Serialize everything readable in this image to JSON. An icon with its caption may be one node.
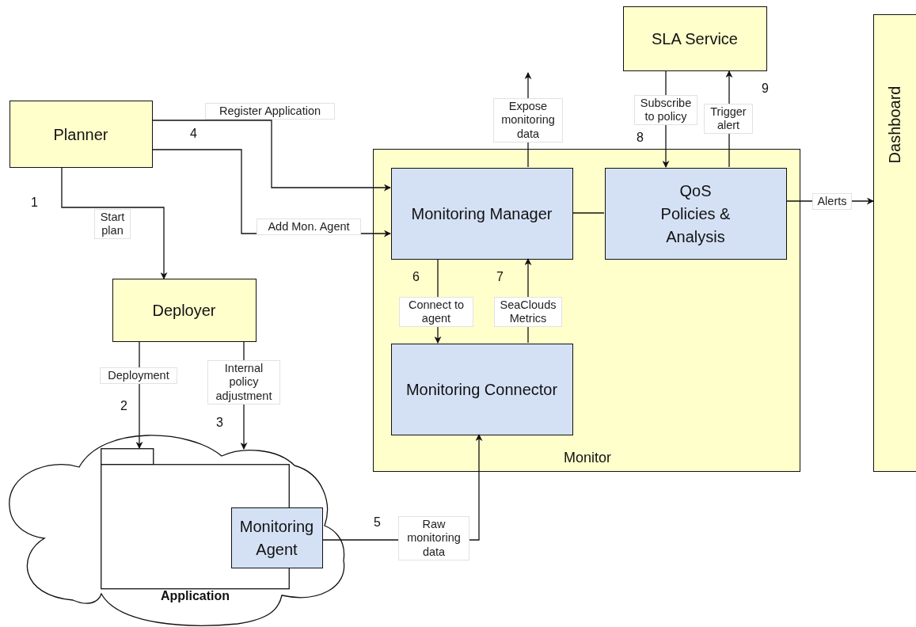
{
  "diagram": {
    "nodes": [
      {
        "text": [
          "Planner"
        ]
      },
      {
        "text": [
          "Deployer"
        ]
      },
      {
        "text": [],
        "shape": "cloud"
      },
      {
        "text": [
          "Application"
        ],
        "in": 2
      },
      {
        "text": [
          "Monitoring Agent"
        ],
        "in": 2
      },
      {
        "text": [
          "Monitor"
        ]
      },
      {
        "text": [
          "Monitoring Manager"
        ],
        "in": 5
      },
      {
        "text": [
          "QoS Policies & Analysis"
        ],
        "in": 5
      },
      {
        "text": [
          "Monitoring Connector"
        ],
        "in": 5
      },
      {
        "text": [
          "SLA Service"
        ]
      },
      {
        "text": [
          "Dashboard"
        ]
      }
    ],
    "edges": [
      {
        "from": 0,
        "to": 1,
        "arrow": "to",
        "label": "Start plan"
      },
      {
        "from": 1,
        "to": 3,
        "arrow": "to",
        "label": "Deployment"
      },
      {
        "from": 1,
        "to": 2,
        "arrow": "to",
        "label": "Internal policy adjustment"
      },
      {
        "from": 0,
        "to": 6,
        "arrow": "to",
        "label": "Register Application"
      },
      {
        "from": 0,
        "to": 6,
        "arrow": "to",
        "label": "Add Mon. Agent"
      },
      {
        "from": 4,
        "to": 8,
        "arrow": "to",
        "label": "Raw monitoring data"
      },
      {
        "from": 6,
        "to": 8,
        "arrow": "to",
        "label": "Connect to agent"
      },
      {
        "from": 8,
        "to": 6,
        "arrow": "to",
        "label": "SeaClouds Metrics"
      },
      {
        "from": 6,
        "to": null,
        "arrow": "to",
        "label": "Expose monitoring data"
      },
      {
        "from": 6,
        "to": 7,
        "arrow": "none"
      },
      {
        "from": 9,
        "to": 7,
        "arrow": "to",
        "label": "Subscribe to policy"
      },
      {
        "from": 7,
        "to": 9,
        "arrow": "to",
        "label": "Trigger alert"
      },
      {
        "from": 7,
        "to": 10,
        "arrow": "to",
        "label": "Alerts"
      }
    ],
    "labels": [
      "9",
      "4",
      "8",
      "1",
      "6",
      "7",
      "2",
      "3",
      "5"
    ]
  }
}
